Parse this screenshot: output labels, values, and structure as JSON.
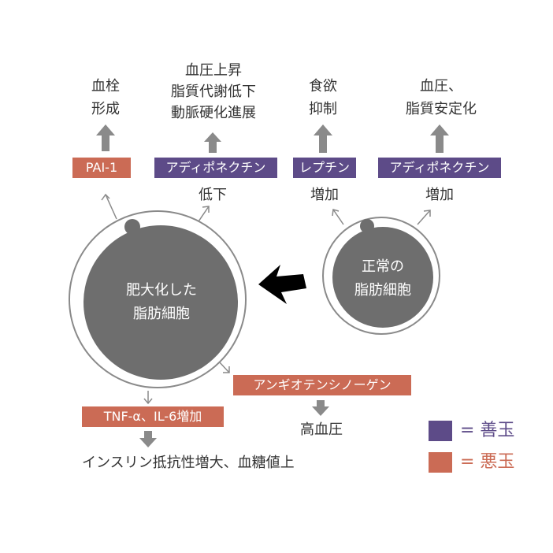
{
  "colors": {
    "good": "#5d4b88",
    "bad": "#cb6b55",
    "cell": "#6e6e6e",
    "arrow": "#8a8a8a",
    "text": "#333333"
  },
  "effects": {
    "thrombosis": [
      "血栓",
      "形成"
    ],
    "bp_rise": [
      "血圧上昇",
      "脂質代謝低下",
      "動脈硬化進展"
    ],
    "appetite": [
      "食欲",
      "抑制"
    ],
    "stabilize": [
      "血圧、",
      "脂質安定化"
    ]
  },
  "labels": {
    "pai1": "PAI-1",
    "adiponectin_low": "アディポネクチン",
    "leptin": "レプチン",
    "adiponectin_high": "アディポネクチン",
    "angiotensinogen": "アンギオテンシノーゲン",
    "tnf": "TNF-α、IL-6増加"
  },
  "states": {
    "decrease": "低下",
    "increase_leptin": "増加",
    "increase_adiponectin": "増加"
  },
  "cells": {
    "hypertrophic": [
      "肥大化した",
      "脂肪細胞"
    ],
    "normal": [
      "正常の",
      "脂肪細胞"
    ]
  },
  "outcomes": {
    "hypertension": "高血圧",
    "insulin": "インスリン抵抗性増大、血糖値上"
  },
  "legend": {
    "good": "= 善玉",
    "bad": "= 悪玉"
  }
}
